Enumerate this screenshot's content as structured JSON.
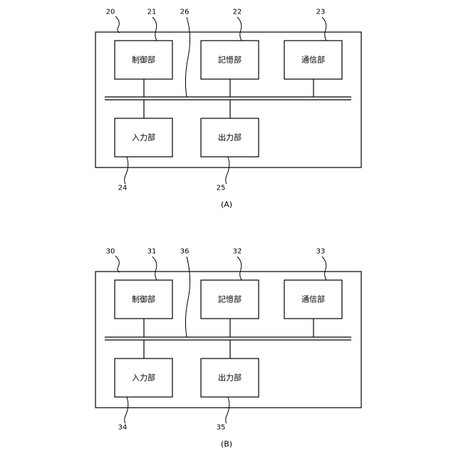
{
  "figures": [
    {
      "caption": "(A)",
      "refs": {
        "device": "20",
        "control": "21",
        "storage": "22",
        "comm": "23",
        "input": "24",
        "output": "25",
        "bus": "26"
      },
      "blocks": {
        "control": "制御部",
        "storage": "記憶部",
        "comm": "通信部",
        "input": "入力部",
        "output": "出力部"
      }
    },
    {
      "caption": "(B)",
      "refs": {
        "device": "30",
        "control": "31",
        "storage": "32",
        "comm": "33",
        "input": "34",
        "output": "35",
        "bus": "36"
      },
      "blocks": {
        "control": "制御部",
        "storage": "記憶部",
        "comm": "通信部",
        "input": "入力部",
        "output": "出力部"
      }
    }
  ]
}
